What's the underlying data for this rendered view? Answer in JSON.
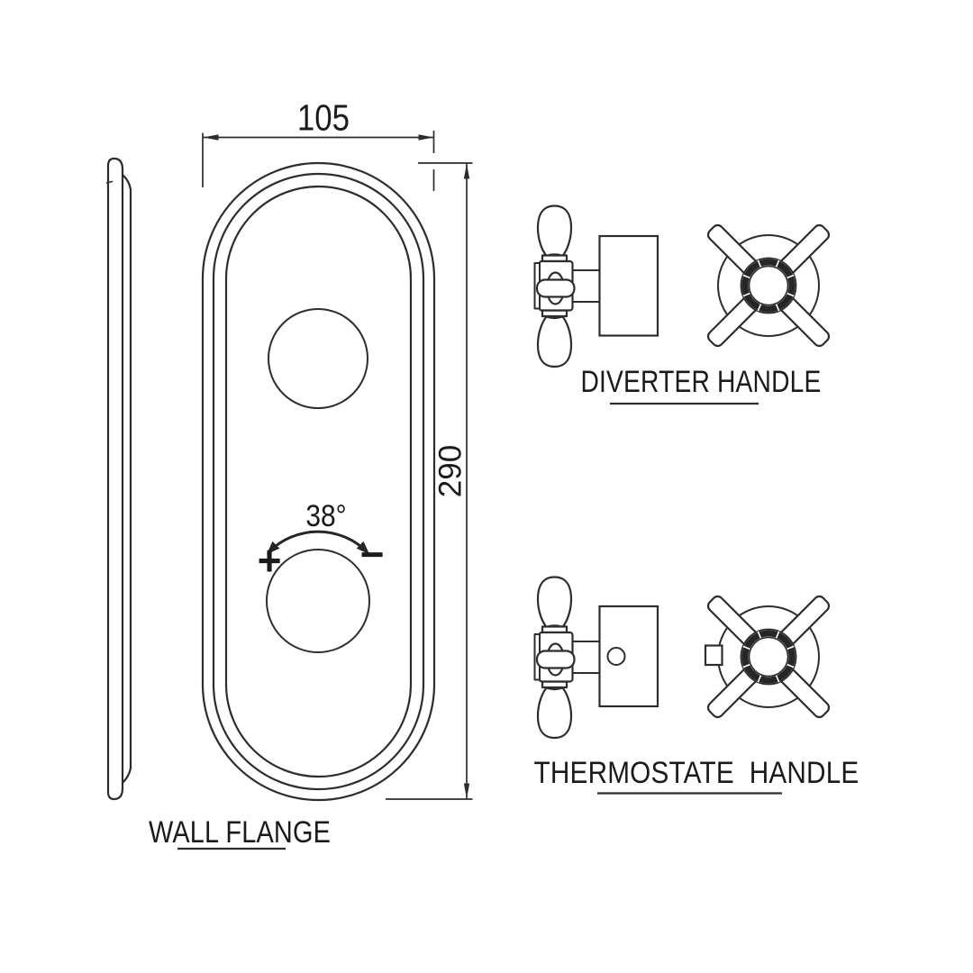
{
  "colors": {
    "background": "#ffffff",
    "ink": "#2d2d2d",
    "text": "#1b1b1b"
  },
  "wall_flange": {
    "label": "WALL FLANGE",
    "width_dim": "105",
    "height_dim": "290"
  },
  "thermostat_scale": {
    "angle": "38°",
    "increase": "+",
    "decrease": "−"
  },
  "diverter_handle": {
    "label": "DIVERTER HANDLE"
  },
  "thermostate_handle": {
    "label": "THERMOSTATE  HANDLE"
  }
}
